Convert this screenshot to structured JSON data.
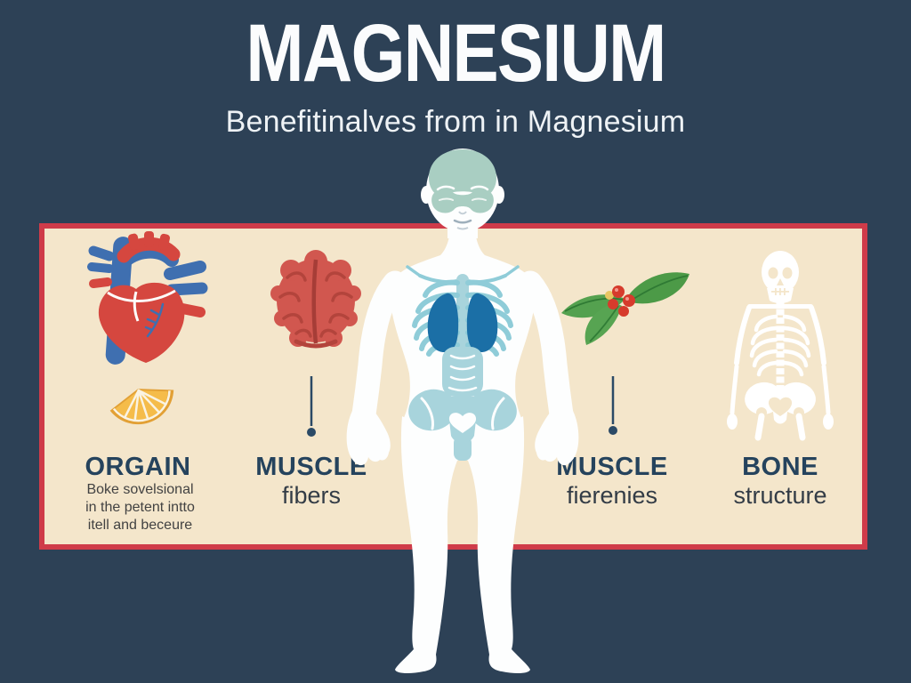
{
  "title": "MAGNESIUM",
  "subtitle": "Benefitinalves from in Magnesium",
  "sections": [
    {
      "id": "organ",
      "heading": "ORGAIN",
      "description": [
        "Boke sovelsional",
        "in the petent intto",
        "itell and beceure"
      ],
      "icons": [
        "anatomical-heart-icon",
        "orange-slice-icon"
      ]
    },
    {
      "id": "muscle-fibers",
      "heading": "MUSCLE",
      "sub": "fibers",
      "icons": [
        "brain-icon",
        "pointer-pin-icon"
      ]
    },
    {
      "id": "muscle-fierenies",
      "heading": "MUSCLE",
      "sub": "fierenies",
      "icons": [
        "holly-leaves-berries-icon",
        "pointer-pin-icon"
      ]
    },
    {
      "id": "bone",
      "heading": "BONE",
      "sub": "structure",
      "icons": [
        "skeleton-icon"
      ]
    }
  ],
  "figure": {
    "description": "human body silhouette with teal brain cap, ribcage, dark blue lungs, spine and pelvis"
  },
  "colors": {
    "background": "#2d4156",
    "panel_fill": "#f4e6cb",
    "panel_border": "#cf3b49",
    "title_text": "#fbfcfd",
    "heading_text": "#25435d",
    "body_text": "#424242",
    "body_silhouette": "#fdfefe",
    "brain_cap_teal": "#a9cec2",
    "ribcage_blue": "#8fccd8",
    "organ_fill_blue": "#a8d4dc",
    "lungs_blue": "#1b6fa6",
    "heart_red": "#d5473f",
    "vessel_blue": "#3f6fb0",
    "brain_icon_red": "#d1574f",
    "leaf_green": "#4c9a47",
    "berry_red": "#d63b2c",
    "orange_peel": "#e2a035",
    "orange_flesh": "#f5bc4a",
    "pin_navy": "#2b4a66"
  }
}
